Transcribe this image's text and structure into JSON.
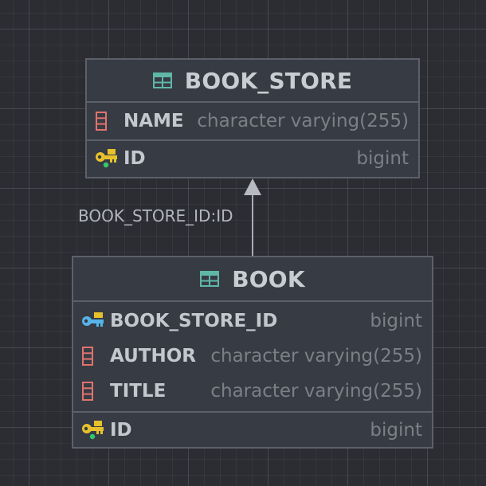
{
  "tables": [
    {
      "name": "BOOK_STORE",
      "columns": [
        {
          "name": "NAME",
          "type": "character varying(255)",
          "icon": "column-icon"
        }
      ],
      "keys": [
        {
          "name": "ID",
          "type": "bigint",
          "icon": "primary-key-icon"
        }
      ]
    },
    {
      "name": "BOOK",
      "columns": [
        {
          "name": "BOOK_STORE_ID",
          "type": "bigint",
          "icon": "foreign-key-icon"
        },
        {
          "name": "AUTHOR",
          "type": "character varying(255)",
          "icon": "column-icon"
        },
        {
          "name": "TITLE",
          "type": "character varying(255)",
          "icon": "column-icon"
        }
      ],
      "keys": [
        {
          "name": "ID",
          "type": "bigint",
          "icon": "primary-key-icon"
        }
      ]
    }
  ],
  "relationship": {
    "label": "BOOK_STORE_ID:ID",
    "from": "BOOK",
    "to": "BOOK_STORE"
  },
  "colors": {
    "background": "#2b2d33",
    "table_fill": "#373b44",
    "border": "#5d6068",
    "table_icon": "#5fb7a8",
    "column_icon": "#e0736d",
    "primary_key": "#e7c12c",
    "foreign_key": "#56b4e9",
    "pk_dot": "#34c76a"
  }
}
